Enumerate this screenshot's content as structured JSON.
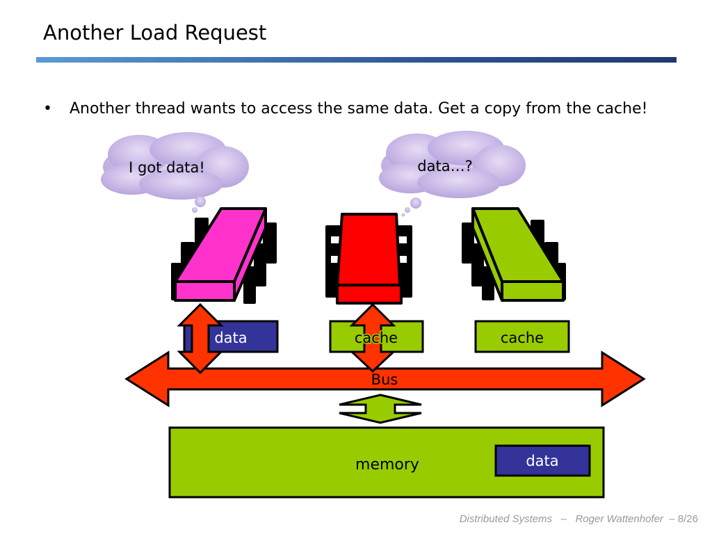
{
  "title": "Another Load Request",
  "bullet": "Another thread wants to access the same data. Get a copy from the cache!",
  "bullet_marker": "•",
  "diagram": {
    "cloud_left": "I got data!",
    "cloud_right": "data…?",
    "cpu1_cache": "data",
    "cpu2_cache": "cache",
    "cpu3_cache": "cache",
    "bus": "Bus",
    "memory": "memory",
    "memory_data": "data",
    "colors": {
      "cpu1": "#ff33cc",
      "cpu2": "#ff0000",
      "cpu3": "#99cc00",
      "bus": "#ff3300",
      "data": "#333399",
      "cache": "#99cc00",
      "cloud": "#c9b8e6"
    }
  },
  "footer": {
    "course": "Distributed Systems",
    "sep": "–",
    "author": "Roger Wattenhofer",
    "page": "– 8/26"
  }
}
